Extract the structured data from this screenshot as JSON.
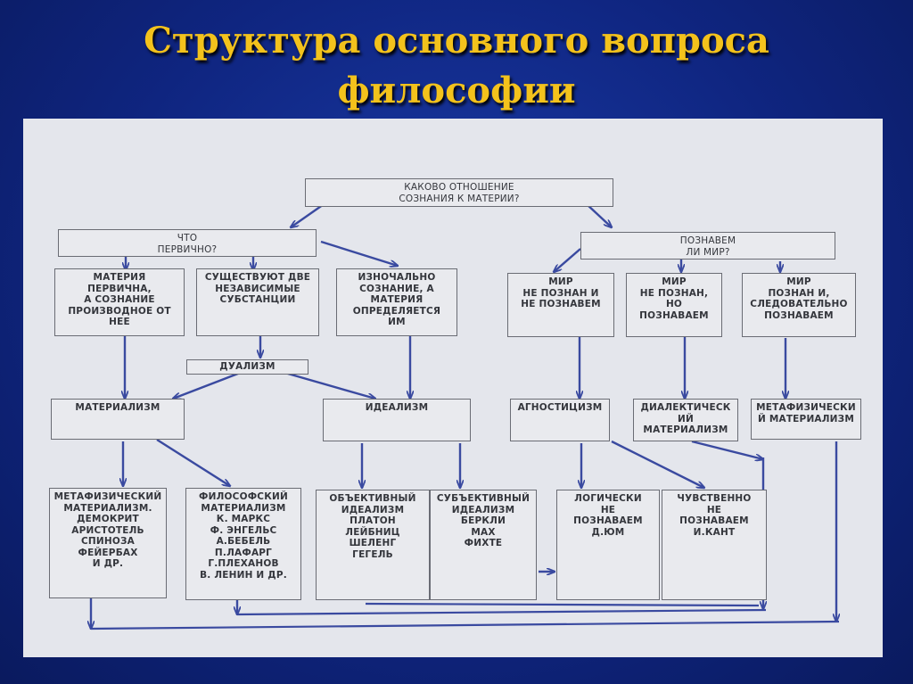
{
  "slide": {
    "title_line1": "Структура основного вопроса",
    "title_line2": "философии"
  },
  "diagram": {
    "question": "КАКОВО ОТНОШЕНИЕ\nСОЗНАНИЯ К МАТЕРИИ?",
    "primary": "ЧТО\nПЕРВИЧНО?",
    "knowable": "ПОЗНАВЕМ\nЛИ МИР?",
    "matter_primary": "МАТЕРИЯ\nПЕРВИЧНА,\nА СОЗНАНИЕ\nПРОИЗВОДНОЕ ОТ\nНЕЕ",
    "two_substances": "СУЩЕСТВУЮТ ДВЕ\nНЕЗАВИСИМЫЕ\nСУБСТАНЦИИ",
    "consciousness_primary": "ИЗНОЧАЛЬНО\nСОЗНАНИЕ, А\nМАТЕРИЯ\nОПРЕДЕЛЯЕТСЯ\nИМ",
    "world_unknown": "МИР\nНЕ ПОЗНАН И\nНЕ ПОЗНАВЕМ",
    "world_knowable": "МИР\nНЕ ПОЗНАН,\nНО\nПОЗНАВАЕМ",
    "world_known": "МИР\nПОЗНАН И,\nСЛЕДОВАТЕЛЬНО\nПОЗНАВАЕМ",
    "dualism": "ДУАЛИЗМ",
    "materialism": "МАТЕРИАЛИЗМ",
    "idealism": "ИДЕАЛИЗМ",
    "agnosticism": "АГНОСТИЦИЗМ",
    "dialectical_materialism": "ДИАЛЕКТИЧЕСК\nИЙ\nМАТЕРИАЛИЗМ",
    "metaphysical_materialism": "МЕТАФИЗИЧЕСКИ\nЙ МАТЕРИАЛИЗМ",
    "metaphysical_materialism_list": "МЕТАФИЗИЧЕСКИЙ\nМАТЕРИАЛИЗМ.\nДЕМОКРИТ\nАРИСТОТЕЛЬ\nСПИНОЗА\nФЕЙЕРБАХ\nИ ДР.",
    "philosophical_materialism_list": "ФИЛОСОФСКИЙ\nМАТЕРИАЛИЗМ\nК. МАРКС\nФ. ЭНГЕЛЬС\nА.БЕБЕЛЬ\nП.ЛАФАРГ\nГ.ПЛЕХАНОВ\nВ. ЛЕНИН И ДР.",
    "objective_idealism_list": "ОБЪЕКТИВНЫЙ\nИДЕАЛИЗМ\nПЛАТОН\nЛЕЙБНИЦ\nШЕЛЕНГ\nГЕГЕЛЬ",
    "subjective_idealism_list": "СУБЪЕКТИВНЫЙ\nИДЕАЛИЗМ\nБЕРКЛИ\nМАХ\nФИХТЕ",
    "logically_unknowable": "ЛОГИЧЕСКИ\nНЕ\nПОЗНАВАЕМ\nД.ЮМ",
    "sensually_unknowable": "ЧУВСТВЕННО\nНЕ\nПОЗНАВАЕМ\nИ.КАНТ"
  },
  "colors": {
    "background": "#1a3aa6",
    "title": "#f3c21c",
    "sheet": "#e4e6ec",
    "arrow": "#3a4aa0"
  }
}
